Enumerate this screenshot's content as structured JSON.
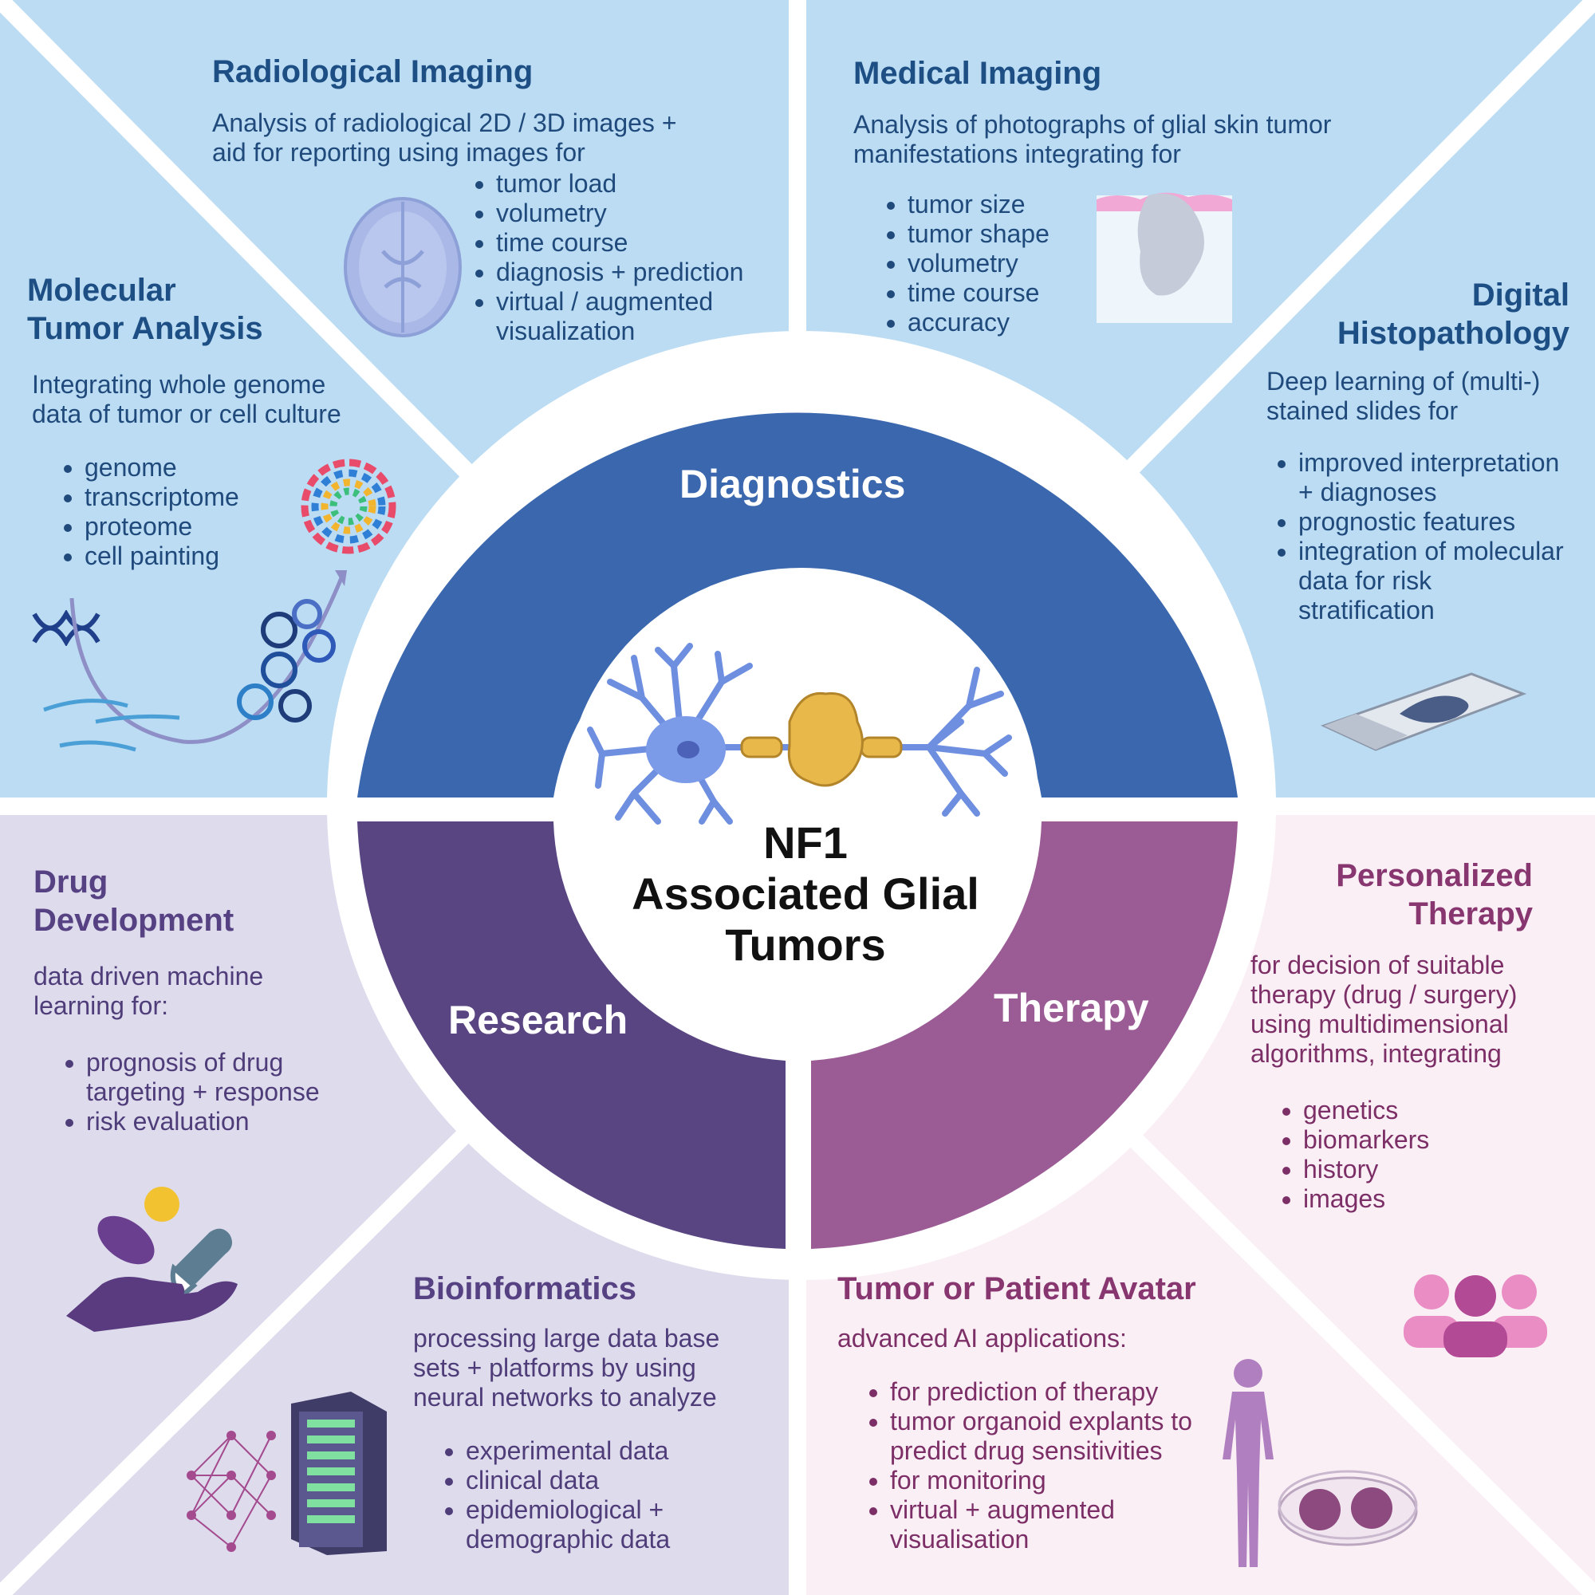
{
  "center": {
    "title": "NF1\nAssociated Glial\nTumors"
  },
  "segments": {
    "diagnostics": "Diagnostics",
    "research": "Research",
    "therapy": "Therapy"
  },
  "panels": {
    "radiological_imaging": {
      "title": "Radiological Imaging",
      "text": "Analysis of radiological 2D / 3D images + aid for reporting using images for",
      "items": [
        "tumor load",
        "volumetry",
        "time course",
        "diagnosis + prediction",
        "virtual / augmented visualization"
      ]
    },
    "medical_imaging": {
      "title": "Medical Imaging",
      "text": "Analysis of photographs of glial skin tumor manifestations integrating for",
      "items": [
        "tumor size",
        "tumor shape",
        "volumetry",
        "time course",
        "accuracy"
      ]
    },
    "molecular": {
      "title": "Molecular\nTumor Analysis",
      "text": "Integrating whole genome data of tumor or cell culture",
      "items": [
        "genome",
        "transcriptome",
        "proteome",
        "cell painting"
      ]
    },
    "histopathology": {
      "title": "Digital\nHistopathology",
      "text": "Deep learning of (multi-) stained slides for",
      "items": [
        "improved interpretation + diagnoses",
        "prognostic features",
        "integration of molecular data for risk stratification"
      ]
    },
    "drug_development": {
      "title": "Drug\nDevelopment",
      "text": "data driven machine learning for:",
      "items": [
        "prognosis of drug targeting + response",
        "risk evaluation"
      ]
    },
    "personalized_therapy": {
      "title": "Personalized\nTherapy",
      "text": "for decision of suitable therapy (drug / surgery) using multidimensional algorithms, integrating",
      "items": [
        "genetics",
        "biomarkers",
        "history",
        "images"
      ]
    },
    "bioinformatics": {
      "title": "Bioinformatics",
      "text": "processing large data base sets + platforms by using neural networks to analyze",
      "items": [
        "experimental data",
        "clinical data",
        "epidemiological + demographic data"
      ]
    },
    "avatar": {
      "title": "Tumor or Patient Avatar",
      "text": "advanced AI applications:",
      "items": [
        "for prediction of therapy",
        "tumor organoid explants to predict drug sensitivities",
        "for monitoring",
        "virtual + augmented visualisation"
      ]
    }
  },
  "colors": {
    "blue_bg": "#bbdcf3",
    "lavender_bg": "#dddbec",
    "pink_bg": "#fbeff6",
    "diagnostics": "#3a67ad",
    "research": "#5a4583",
    "therapy": "#9b5c96"
  },
  "icons": [
    "brain-mri-icon",
    "skin-tumor-icon",
    "circos-genome-icon",
    "dna-helix-icon",
    "protein-icon",
    "histology-slide-icon",
    "drug-hand-icon",
    "server-network-icon",
    "patient-group-icon",
    "human-body-icon",
    "petri-dish-icon",
    "neuron-icon"
  ]
}
